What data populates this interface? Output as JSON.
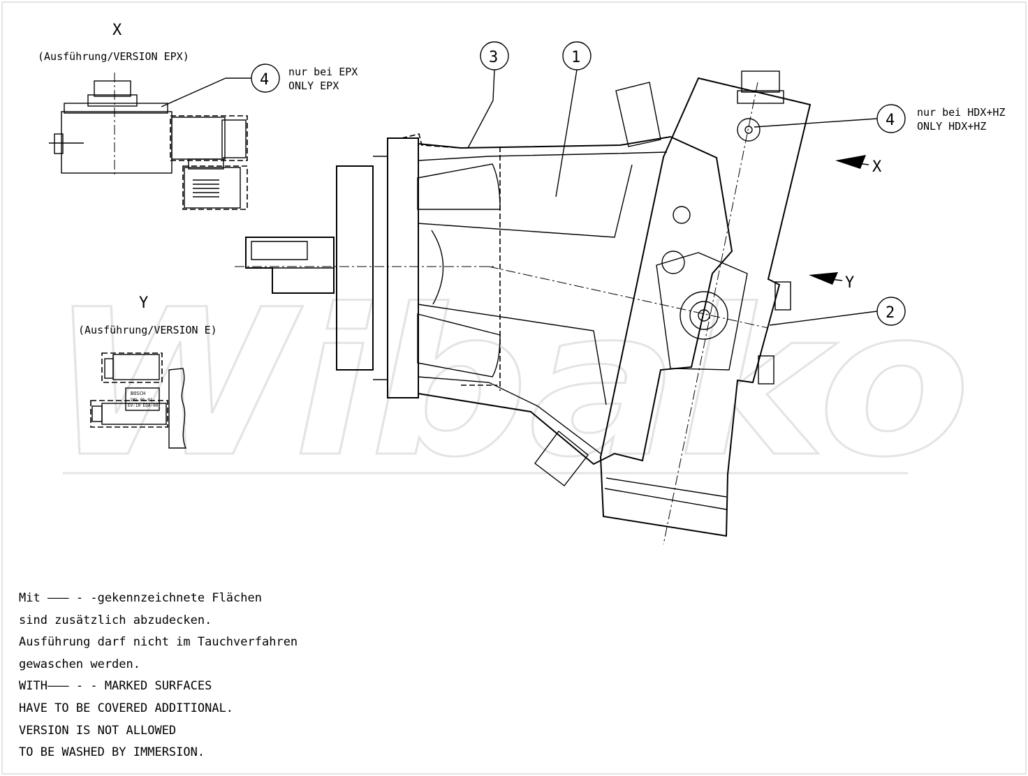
{
  "watermark": "Wibako",
  "view_x": {
    "label": "X",
    "version": "(Ausführung/VERSION EPX)",
    "balloon": "4",
    "note_line1": "nur bei EPX",
    "note_line2": "ONLY EPX"
  },
  "view_y": {
    "label": "Y",
    "version": "(Ausführung/VERSION E)",
    "valve_brand": "BOSCH",
    "valve_code1": "1M5-05-01",
    "valve_code2": "EV-10 EQA-00"
  },
  "main_view": {
    "balloons": [
      "1",
      "2",
      "3",
      "4"
    ],
    "hdx_note_line1": "nur bei HDX+HZ",
    "hdx_note_line2": "ONLY HDX+HZ",
    "arrow_x_label": "X",
    "arrow_y_label": "Y"
  },
  "notes": [
    "Mit ——— - -gekennzeichnete Flächen",
    "sind zusätzlich abzudecken.",
    "Ausführung darf nicht im Tauchverfahren",
    "gewaschen werden.",
    "WITH——— - - MARKED SURFACES",
    "HAVE TO BE COVERED ADDITIONAL.",
    "VERSION IS NOT ALLOWED",
    "TO BE WASHED BY IMMERSION."
  ]
}
